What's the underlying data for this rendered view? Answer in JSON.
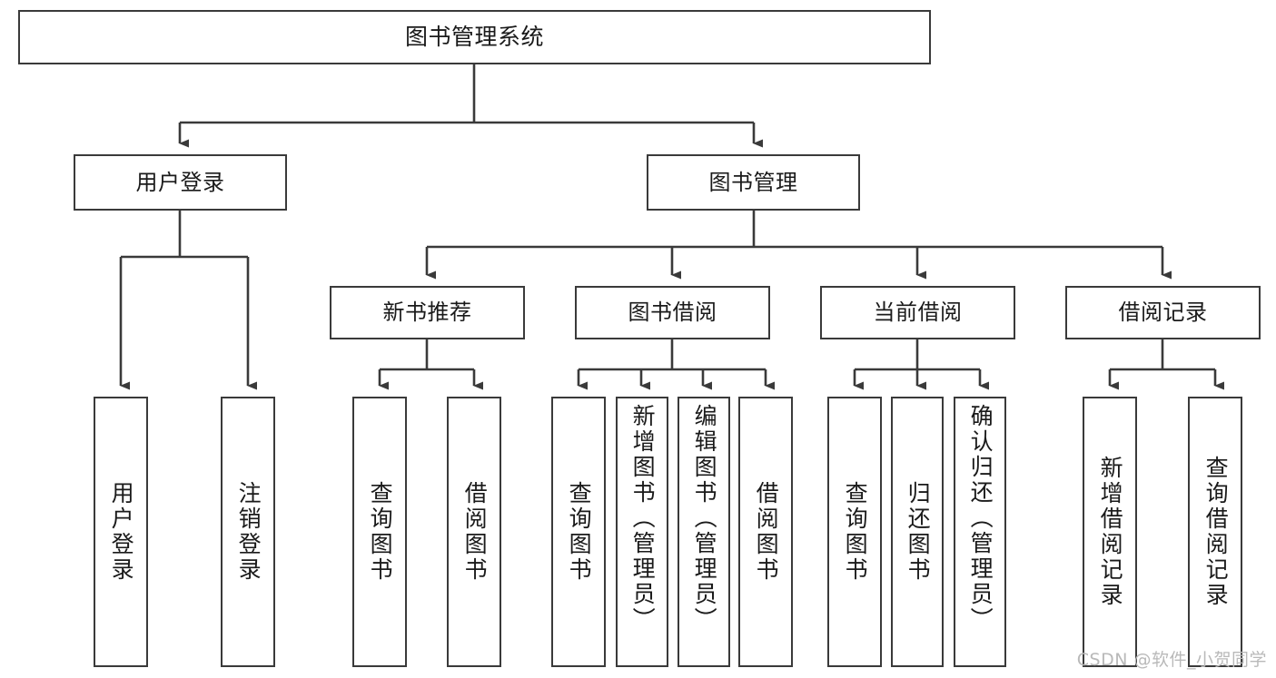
{
  "diagram": {
    "title": "图书管理系统",
    "type": "tree-hierarchy-chart",
    "watermark": "CSDN @软件_小贺同学",
    "colors": {
      "border": "#3a3a3a",
      "background": "#ffffff",
      "text": "#1a1a1a",
      "watermark": "#b9b9b9"
    },
    "root": {
      "label": "图书管理系统"
    },
    "level2": [
      {
        "label": "用户登录"
      },
      {
        "label": "图书管理"
      }
    ],
    "level3": [
      {
        "label": "新书推荐"
      },
      {
        "label": "图书借阅"
      },
      {
        "label": "当前借阅"
      },
      {
        "label": "借阅记录"
      }
    ],
    "leaves": {
      "user_login": [
        {
          "label": "用户登录"
        },
        {
          "label": "注销登录"
        }
      ],
      "new_book_recommend": [
        {
          "label": "查询图书"
        },
        {
          "label": "借阅图书"
        }
      ],
      "book_borrow": [
        {
          "label": "查询图书"
        },
        {
          "label": "新增图书（管理员）"
        },
        {
          "label": "编辑图书（管理员）"
        },
        {
          "label": "借阅图书"
        }
      ],
      "current_borrow": [
        {
          "label": "查询图书"
        },
        {
          "label": "归还图书"
        },
        {
          "label": "确认归还（管理员）"
        }
      ],
      "borrow_records": [
        {
          "label": "新增借阅记录"
        },
        {
          "label": "查询借阅记录"
        }
      ]
    }
  }
}
